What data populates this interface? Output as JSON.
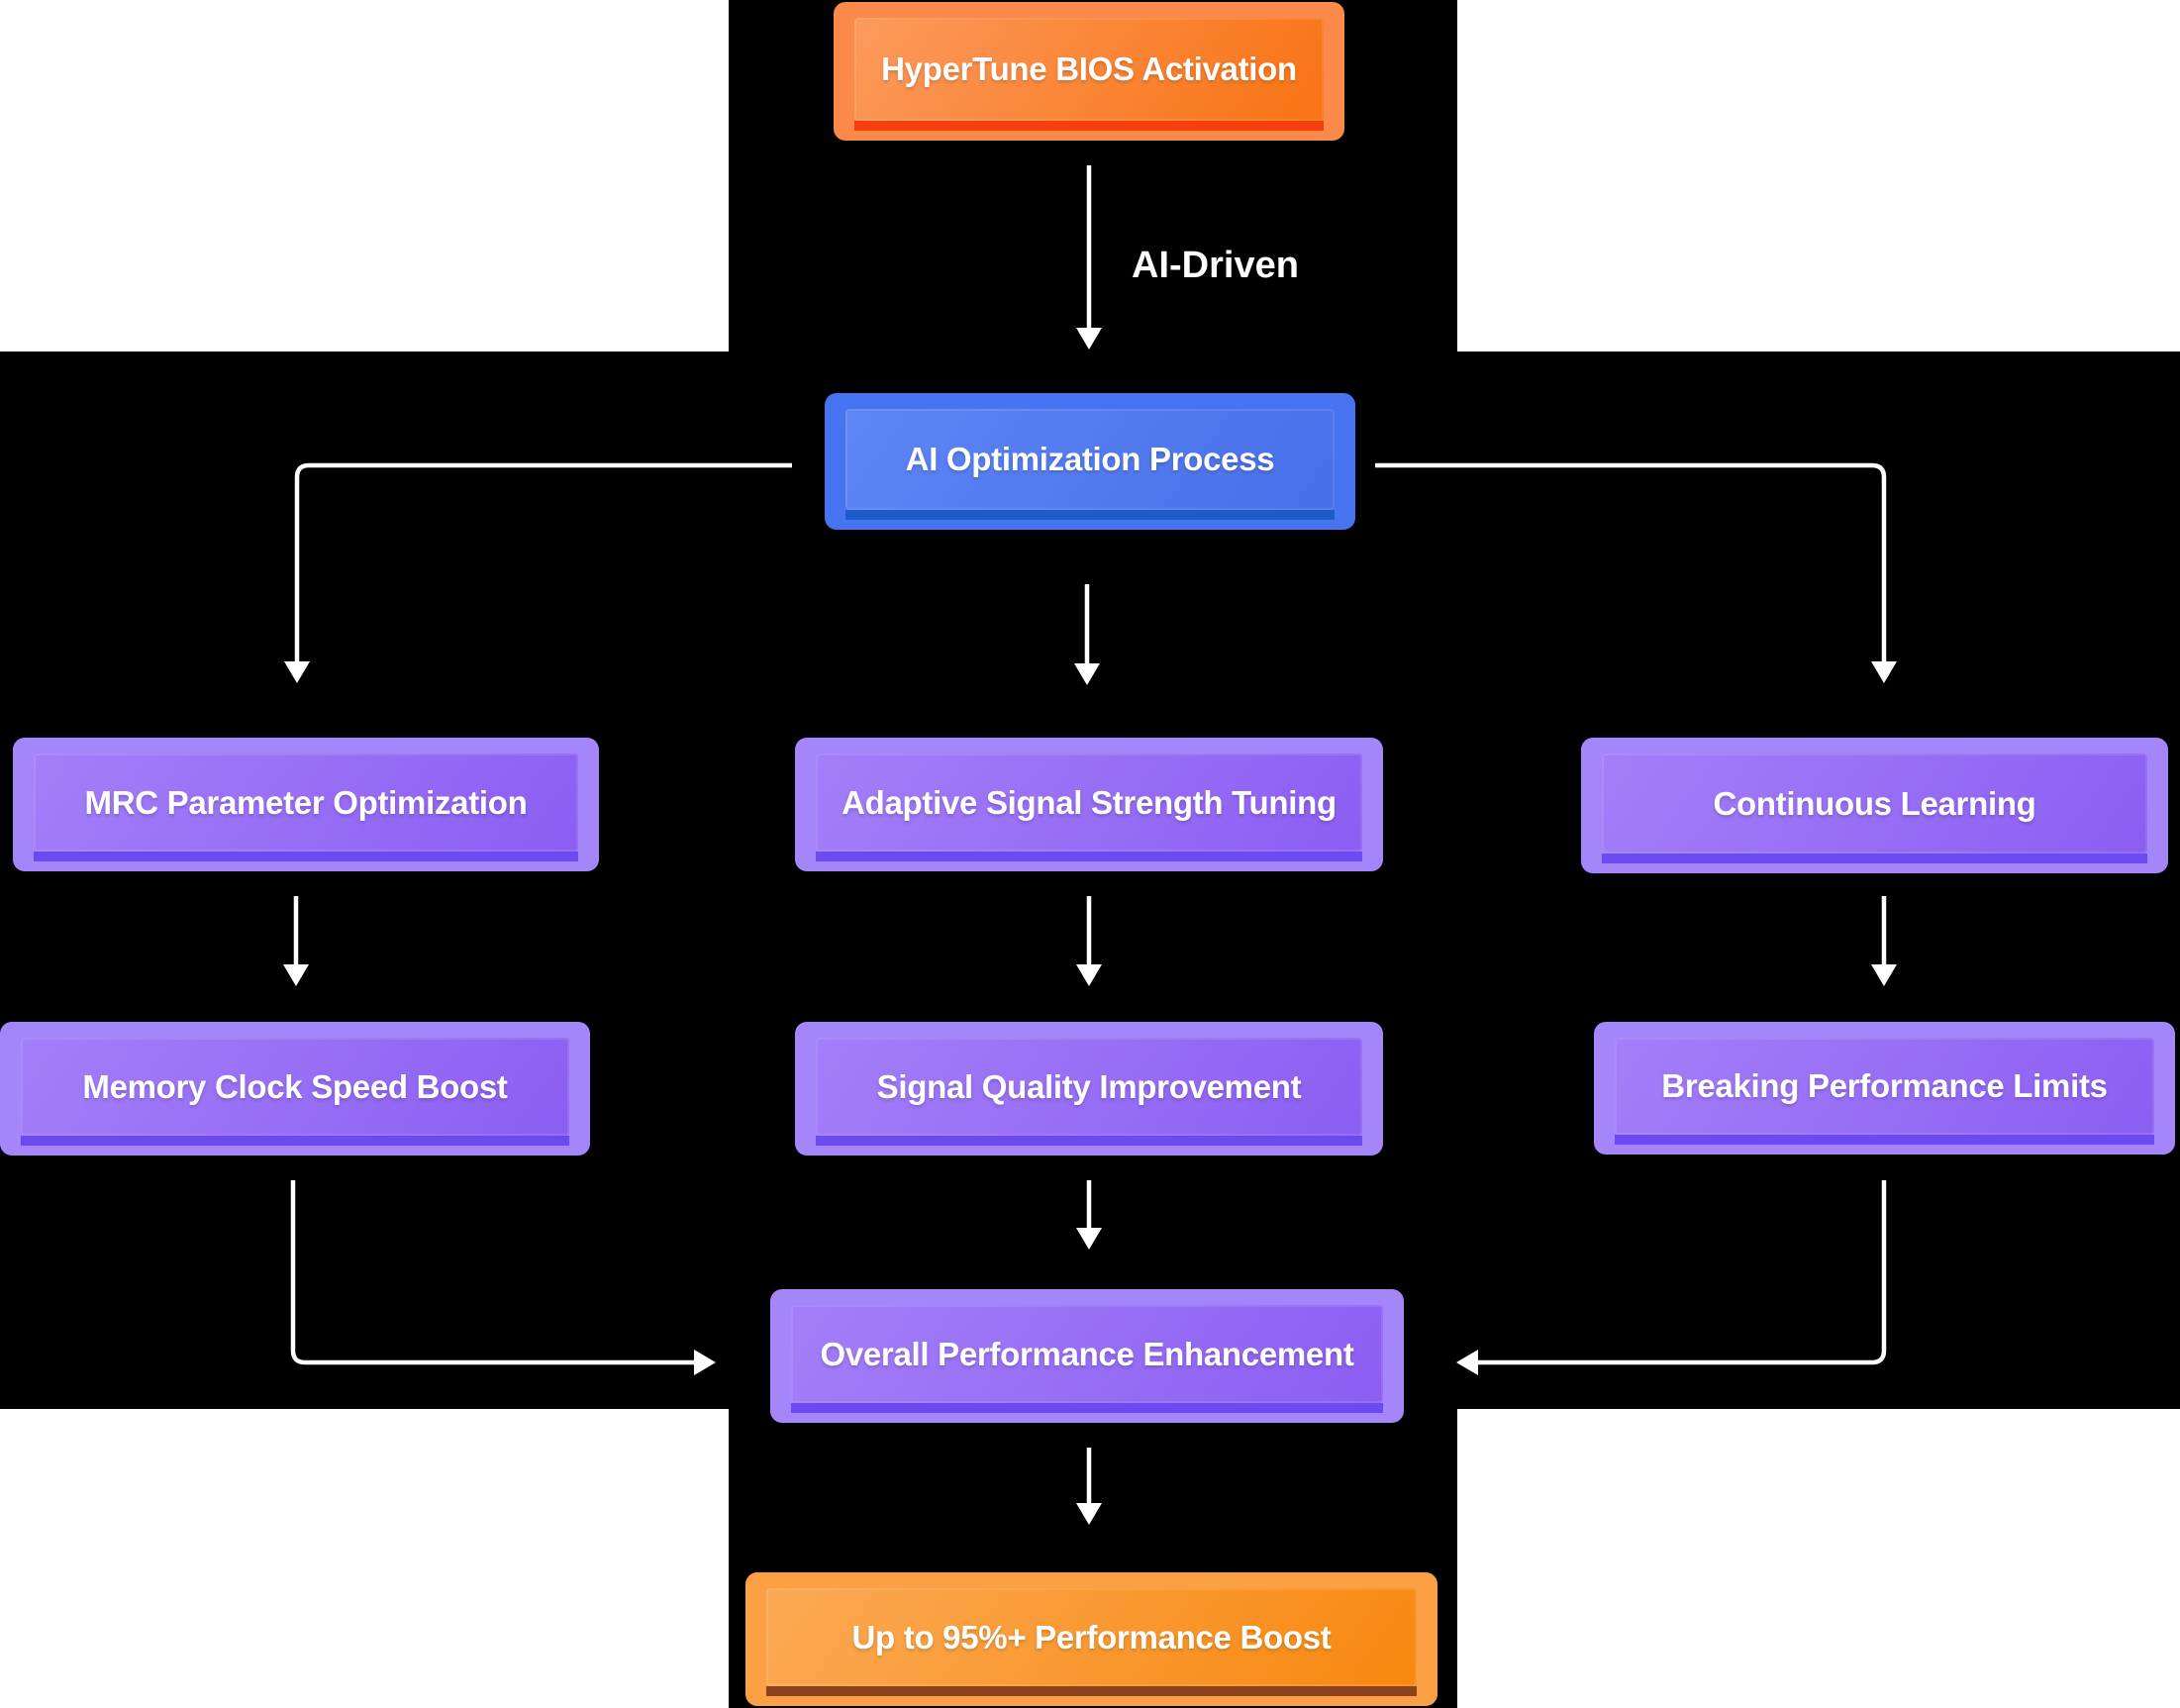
{
  "diagram": {
    "type": "flowchart",
    "direction": "top-down",
    "nodes": {
      "hypertune": {
        "label": "HyperTune BIOS Activation",
        "style": "orange"
      },
      "aiopt": {
        "label": "AI Optimization Process",
        "style": "blue"
      },
      "mrc": {
        "label": "MRC Parameter Optimization",
        "style": "purple"
      },
      "adaptive": {
        "label": "Adaptive Signal Strength Tuning",
        "style": "purple"
      },
      "continuous": {
        "label": "Continuous Learning",
        "style": "purple"
      },
      "memory": {
        "label": "Memory Clock Speed Boost",
        "style": "purple"
      },
      "signal": {
        "label": "Signal Quality Improvement",
        "style": "purple"
      },
      "breaking": {
        "label": "Breaking Performance Limits",
        "style": "purple"
      },
      "overall": {
        "label": "Overall Performance Enhancement",
        "style": "purple"
      },
      "boost": {
        "label": "Up to 95%+ Performance Boost",
        "style": "orange"
      }
    },
    "edges": [
      {
        "from": "hypertune",
        "to": "aiopt",
        "label": "AI-Driven"
      },
      {
        "from": "aiopt",
        "to": "mrc",
        "label": ""
      },
      {
        "from": "aiopt",
        "to": "adaptive",
        "label": ""
      },
      {
        "from": "aiopt",
        "to": "continuous",
        "label": ""
      },
      {
        "from": "mrc",
        "to": "memory",
        "label": ""
      },
      {
        "from": "adaptive",
        "to": "signal",
        "label": ""
      },
      {
        "from": "continuous",
        "to": "breaking",
        "label": ""
      },
      {
        "from": "memory",
        "to": "overall",
        "label": ""
      },
      {
        "from": "signal",
        "to": "overall",
        "label": ""
      },
      {
        "from": "breaking",
        "to": "overall",
        "label": ""
      },
      {
        "from": "overall",
        "to": "boost",
        "label": ""
      }
    ],
    "edge_label": "AI-Driven",
    "colors": {
      "background_white": "#ffffff",
      "background_black": "#000000",
      "arrow": "#ffffff",
      "text": "#ffffff",
      "orange_border": "#fb8a4a",
      "orange_fill": "#f87313",
      "orange_strip": "#f5400e",
      "blue_border": "#4673ef",
      "blue_fill": "#486fe8",
      "blue_strip": "#1d5bc8",
      "purple_border": "#a486fa",
      "purple_fill": "#8b5ef2",
      "purple_strip": "#6b4af2",
      "boost_border": "#fba045",
      "boost_fill": "#f8880f",
      "boost_strip": "#8c431d"
    }
  }
}
